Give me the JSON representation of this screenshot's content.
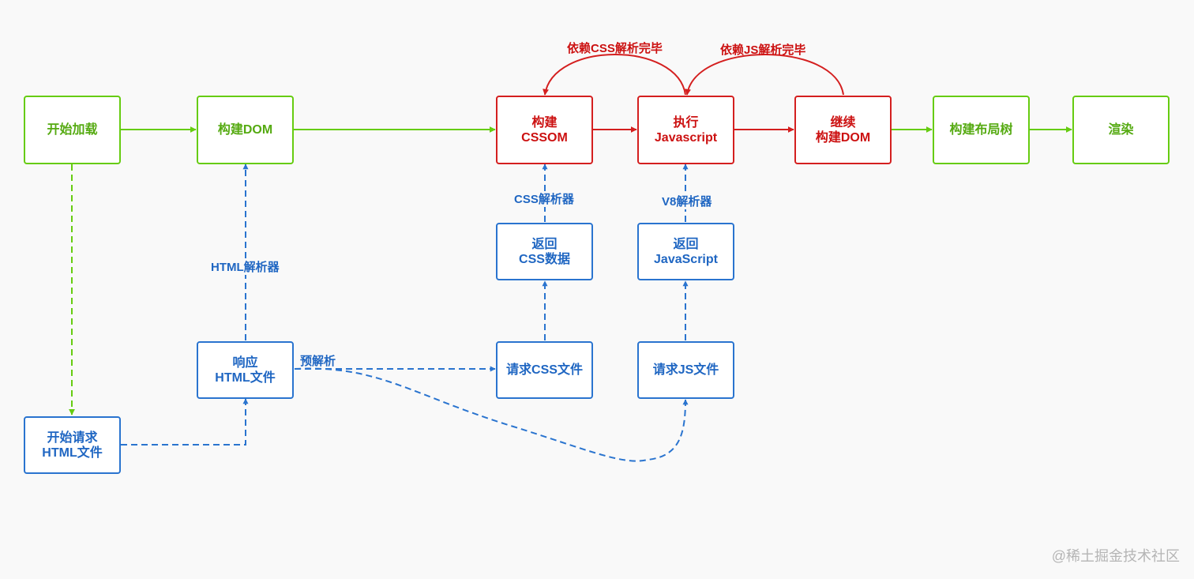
{
  "nodes": {
    "start_load": "开始加载",
    "build_dom": "构建DOM",
    "build_cssom": "构建\nCSSOM",
    "exec_js": "执行\nJavascript",
    "continue_dom": "继续\n构建DOM",
    "build_layout": "构建布局树",
    "render": "渲染",
    "return_css": "返回\nCSS数据",
    "return_js": "返回\nJavaScript",
    "response_html": "响应\nHTML文件",
    "request_css": "请求CSS文件",
    "request_js": "请求JS文件",
    "start_request": "开始请求\nHTML文件"
  },
  "labels": {
    "depends_css": "依赖CSS解析完毕",
    "depends_js": "依赖JS解析完毕",
    "css_parser": "CSS解析器",
    "v8_parser": "V8解析器",
    "html_parser": "HTML解析器",
    "preparse": "预解析"
  },
  "watermark": "@稀土掘金技术社区",
  "colors": {
    "green": "#66cc11",
    "red": "#d41f1f",
    "blue": "#2a74cf"
  }
}
